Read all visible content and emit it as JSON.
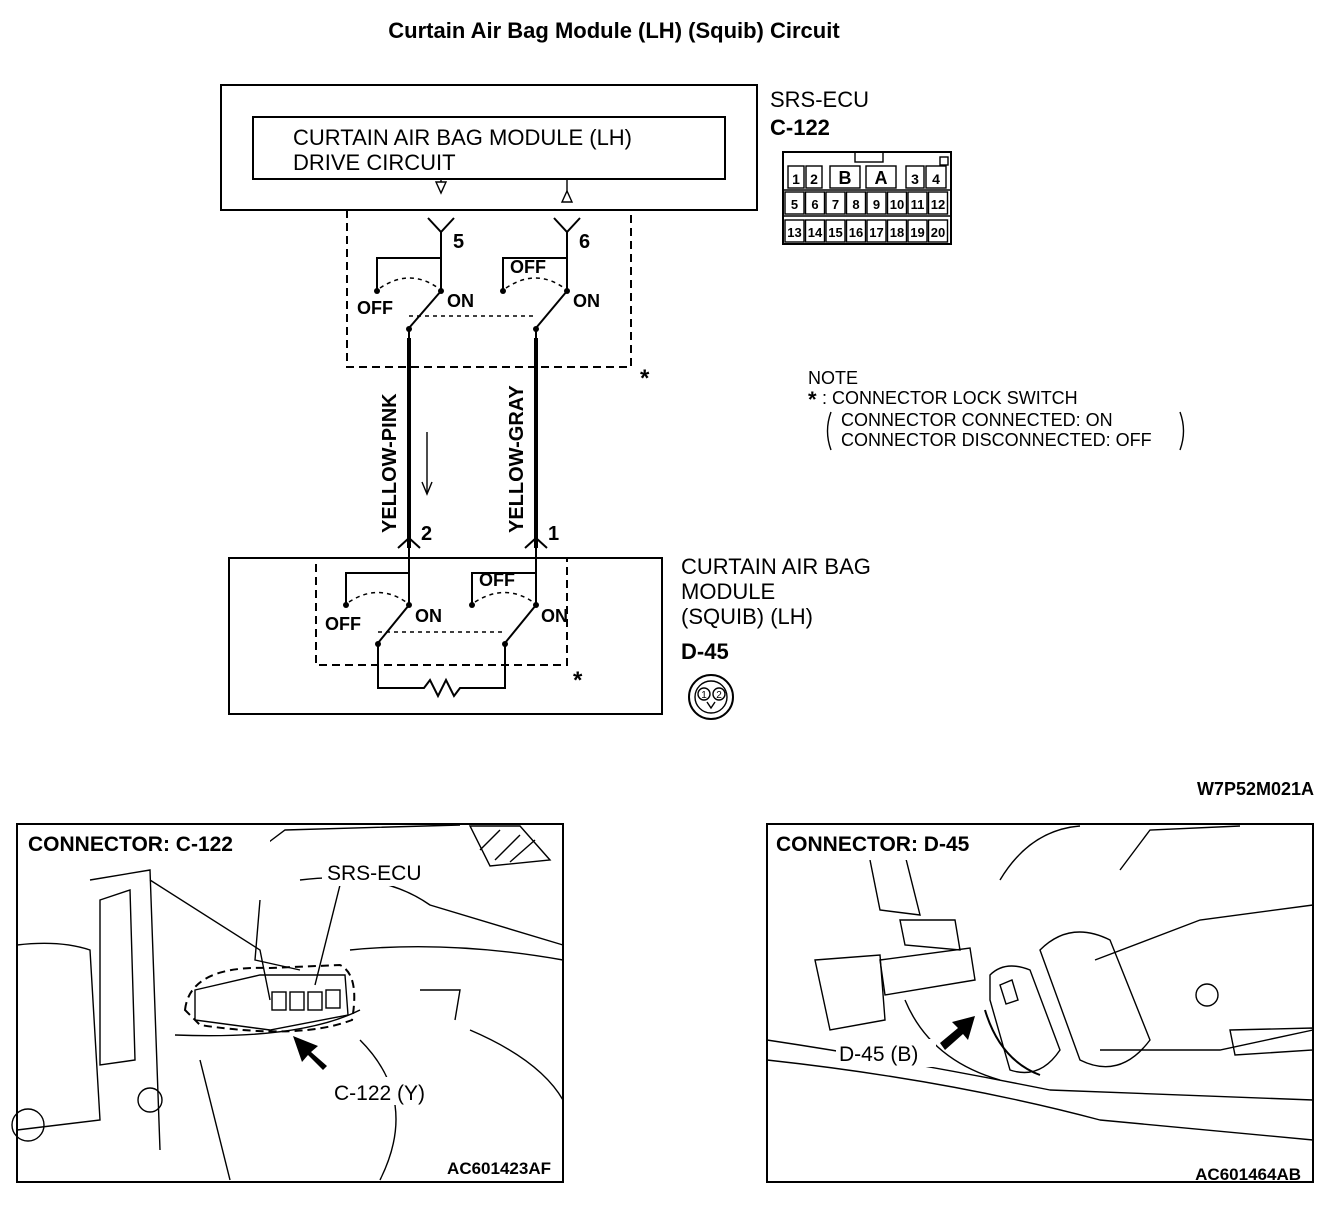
{
  "title": "Curtain Air Bag Module (LH) (Squib) Circuit",
  "ecu": {
    "label": "SRS-ECU",
    "connector": "C-122",
    "circuit_line1": "CURTAIN AIR BAG MODULE (LH)",
    "circuit_line2": "DRIVE CIRCUIT",
    "pin_left": "5",
    "pin_right": "6",
    "pins": [
      "1",
      "2",
      "B",
      "A",
      "3",
      "4",
      "5",
      "6",
      "7",
      "8",
      "9",
      "10",
      "11",
      "12",
      "13",
      "14",
      "15",
      "16",
      "17",
      "18",
      "19",
      "20"
    ]
  },
  "switch": {
    "off": "OFF",
    "on": "ON",
    "asterisk": "*"
  },
  "wires": {
    "left": "YELLOW-PINK",
    "right": "YELLOW-GRAY"
  },
  "module": {
    "line1": "CURTAIN AIR BAG",
    "line2": "MODULE",
    "line3": "(SQUIB) (LH)",
    "connector": "D-45",
    "pin_left": "2",
    "pin_right": "1",
    "icon_pins": [
      "1",
      "2"
    ]
  },
  "note": {
    "heading": "NOTE",
    "star": "*",
    "line1": ": CONNECTOR LOCK SWITCH",
    "line2": "CONNECTOR CONNECTED: ON",
    "line3": "CONNECTOR DISCONNECTED: OFF"
  },
  "drawing_code": "W7P52M021A",
  "photo_left": {
    "heading": "CONNECTOR: C-122",
    "label_top": "SRS-ECU",
    "label_bottom": "C-122 (Y)",
    "code": "AC601423AF"
  },
  "photo_right": {
    "heading": "CONNECTOR: D-45",
    "label": "D-45 (B)",
    "code": "AC601464AB"
  }
}
